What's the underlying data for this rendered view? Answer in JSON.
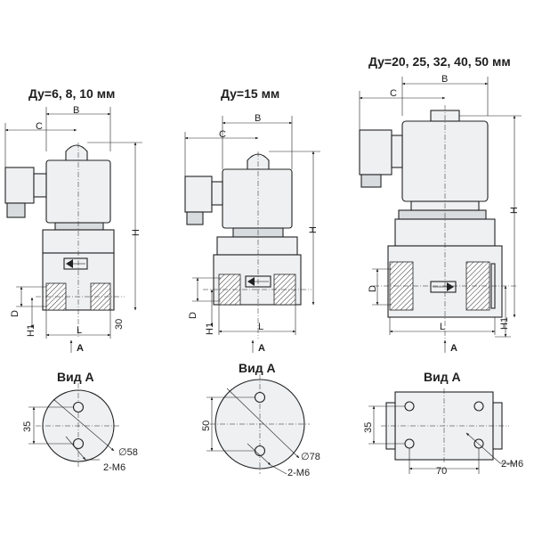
{
  "valves": [
    {
      "title": "Ду=6, 8, 10 мм",
      "view_label": "Вид А",
      "dim_B": "B",
      "dim_C": "C",
      "dim_H": "H",
      "dim_H1": "H1",
      "dim_D": "D",
      "dim_L": "L",
      "dim_30": "30",
      "arrow_A": "A",
      "dim_35": "35",
      "dim_diam": "∅58",
      "dim_thread": "2-M6"
    },
    {
      "title": "Ду=15 мм",
      "view_label": "Вид А",
      "dim_B": "B",
      "dim_C": "C",
      "dim_H": "H",
      "dim_H1": "H1",
      "dim_D": "D",
      "dim_L": "L",
      "arrow_A": "A",
      "dim_50": "50",
      "dim_diam": "∅78",
      "dim_thread": "2-M6"
    },
    {
      "title": "Ду=20, 25, 32, 40, 50 мм",
      "view_label": "Вид А",
      "dim_B": "B",
      "dim_C": "C",
      "dim_H": "H",
      "dim_H1": "H1",
      "dim_D": "D",
      "dim_L": "L",
      "arrow_A": "A",
      "dim_35": "35",
      "dim_70": "70",
      "dim_thread": "2-M6"
    }
  ]
}
